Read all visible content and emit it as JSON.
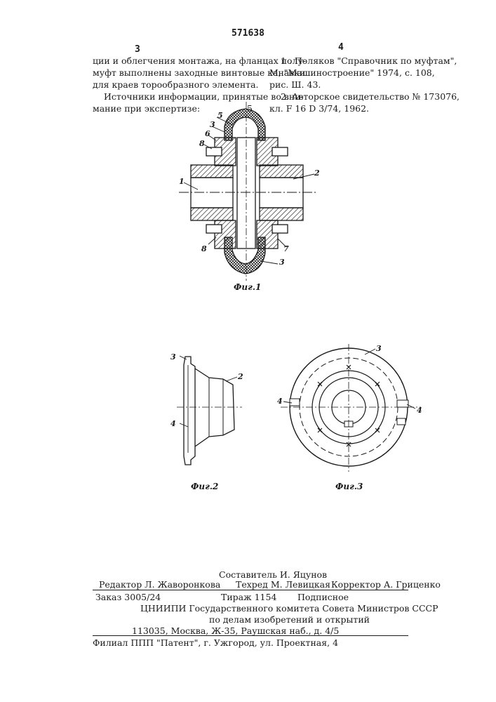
{
  "header": {
    "patent_number": "571638",
    "col_left_number": "3",
    "col_right_number": "4",
    "line_marker": "5"
  },
  "left_column": {
    "lines": [
      "ции и облегчения монтажа, на фланцах полу-",
      "муфт выполнены заходные винтовые канавки",
      "для краев торообразного элемента."
    ],
    "sources_heading": [
      "Источники информации, принятые во вни-",
      "мание при экспертизе:"
    ]
  },
  "right_column": {
    "ref1_lines": [
      "1 . Поляков \"Справочник по муфтам\",",
      "М, \"Машиностроение\" 1974, с. 108,",
      "рис. Ш. 43."
    ],
    "ref2_lines": [
      "2. Авторское свидетельство № 173076,",
      "кл. F 16 D 3/74,    1962."
    ]
  },
  "figures": {
    "fig1": {
      "caption": "Фиг.1",
      "labels": {
        "l5": "5",
        "l3a": "3",
        "l6": "6",
        "l8a": "8",
        "l1": "1",
        "l2": "2",
        "l8b": "8",
        "l7": "7",
        "l3b": "3"
      }
    },
    "fig2": {
      "caption": "Фиг.2",
      "labels": {
        "l3": "3",
        "l2": "2",
        "l4": "4"
      }
    },
    "fig3": {
      "caption": "Фиг.3",
      "labels": {
        "l3": "3",
        "l4a": "4",
        "l4b": "4"
      }
    }
  },
  "footer": {
    "compiler": "Составитель И. Яцунов",
    "editor": "Редактор Л. Жаворонкова",
    "techred": "Техред М. Левицкая",
    "corrector": "Корректор  А. Гриценко",
    "order": "Заказ 3005/24",
    "circulation": "Тираж 1154",
    "subscription": "Подписное",
    "org_line1": "ЦНИИПИ Государственного комитета Совета Министров СССР",
    "org_line2": "по делам изобретений и открытий",
    "org_address": "113035, Москва, Ж-35, Раушская наб., д. 4/5",
    "branch": "Филиал ППП \"Патент\", г. Ужгород, ул. Проектная, 4"
  }
}
